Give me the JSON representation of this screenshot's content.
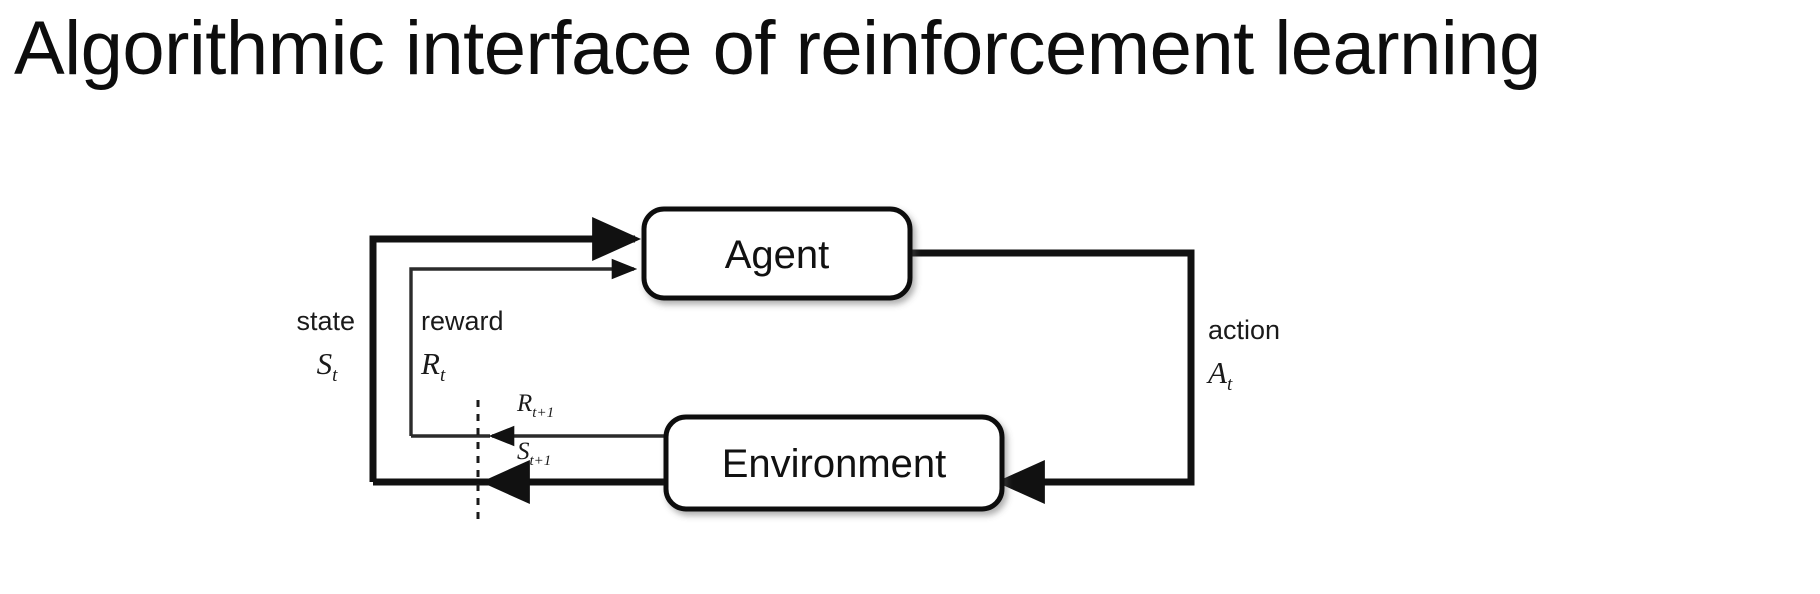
{
  "slide": {
    "title": "Algorithmic interface of reinforcement learning",
    "background_color": "#ffffff",
    "text_color": "#0d0d0d"
  },
  "diagram": {
    "name": "agent-environment-interaction-loop",
    "stroke_color": "#111111",
    "nodes": [
      {
        "id": "agent",
        "label": "Agent"
      },
      {
        "id": "environment",
        "label": "Environment"
      }
    ],
    "edges": [
      {
        "id": "state-feedback",
        "from": "environment",
        "to": "agent",
        "label_text": "state",
        "label_symbol": "S",
        "label_subscript": "t",
        "stroke_width": "thick"
      },
      {
        "id": "reward-feedback",
        "from": "environment",
        "to": "agent",
        "label_text": "reward",
        "label_symbol": "R",
        "label_subscript": "t",
        "stroke_width": "thin"
      },
      {
        "id": "action",
        "from": "agent",
        "to": "environment",
        "label_text": "action",
        "label_symbol": "A",
        "label_subscript": "t",
        "stroke_width": "thick"
      }
    ],
    "emission_labels": [
      {
        "id": "reward-next",
        "symbol": "R",
        "subscript": "t+1"
      },
      {
        "id": "state-next",
        "symbol": "S",
        "subscript": "t+1"
      }
    ],
    "time_boundary": {
      "id": "time-step-divider",
      "style": "dashed"
    }
  }
}
